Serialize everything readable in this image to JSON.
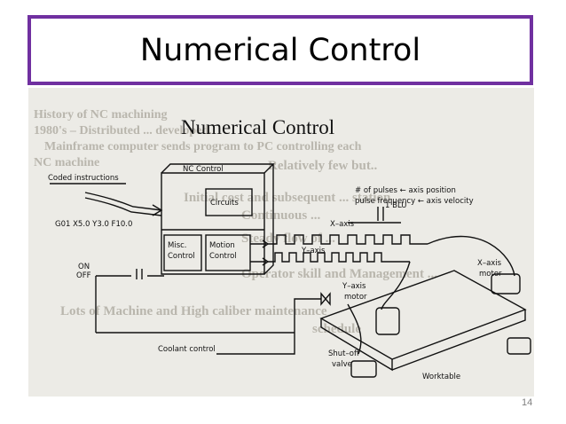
{
  "slide": {
    "title": "Numerical Control",
    "page_number": "14"
  },
  "figure": {
    "heading": "Numerical Control",
    "labels": {
      "coded_instructions": "Coded instructions",
      "gcode": "G01  X5.0  Y3.0  F10.0",
      "nc_control": "NC Control",
      "circuits": "Circuits",
      "misc_control": [
        "Misc.",
        "Control"
      ],
      "motion_control": [
        "Motion",
        "Control"
      ],
      "on": "ON",
      "off": "OFF",
      "pulses_line1": "# of pulses ← axis position",
      "pulses_line2": "pulse frequency ← axis velocity",
      "blu": "1 BLU",
      "x_axis": "X–axis",
      "y_axis": "Y–axis",
      "x_axis_motor": [
        "X–axis",
        "motor"
      ],
      "y_axis_motor": [
        "Y–axis",
        "motor"
      ],
      "coolant_control": "Coolant control",
      "shutoff_valve": [
        "Shut–off",
        "valve"
      ],
      "worktable": "Worktable"
    },
    "bleed_through_text": [
      "History of NC machining",
      "1980's – Distributed ... developed.",
      "Mainframe computer sends program to PC controlling each",
      "NC machine",
      "Relatively few but..",
      "Initial cost and subsequent ... station",
      "Continuous ...",
      "Steady flow of ...",
      "Operator skill and Management ...",
      "Lots of Machine and High caliber maintenance",
      "schedule"
    ]
  }
}
